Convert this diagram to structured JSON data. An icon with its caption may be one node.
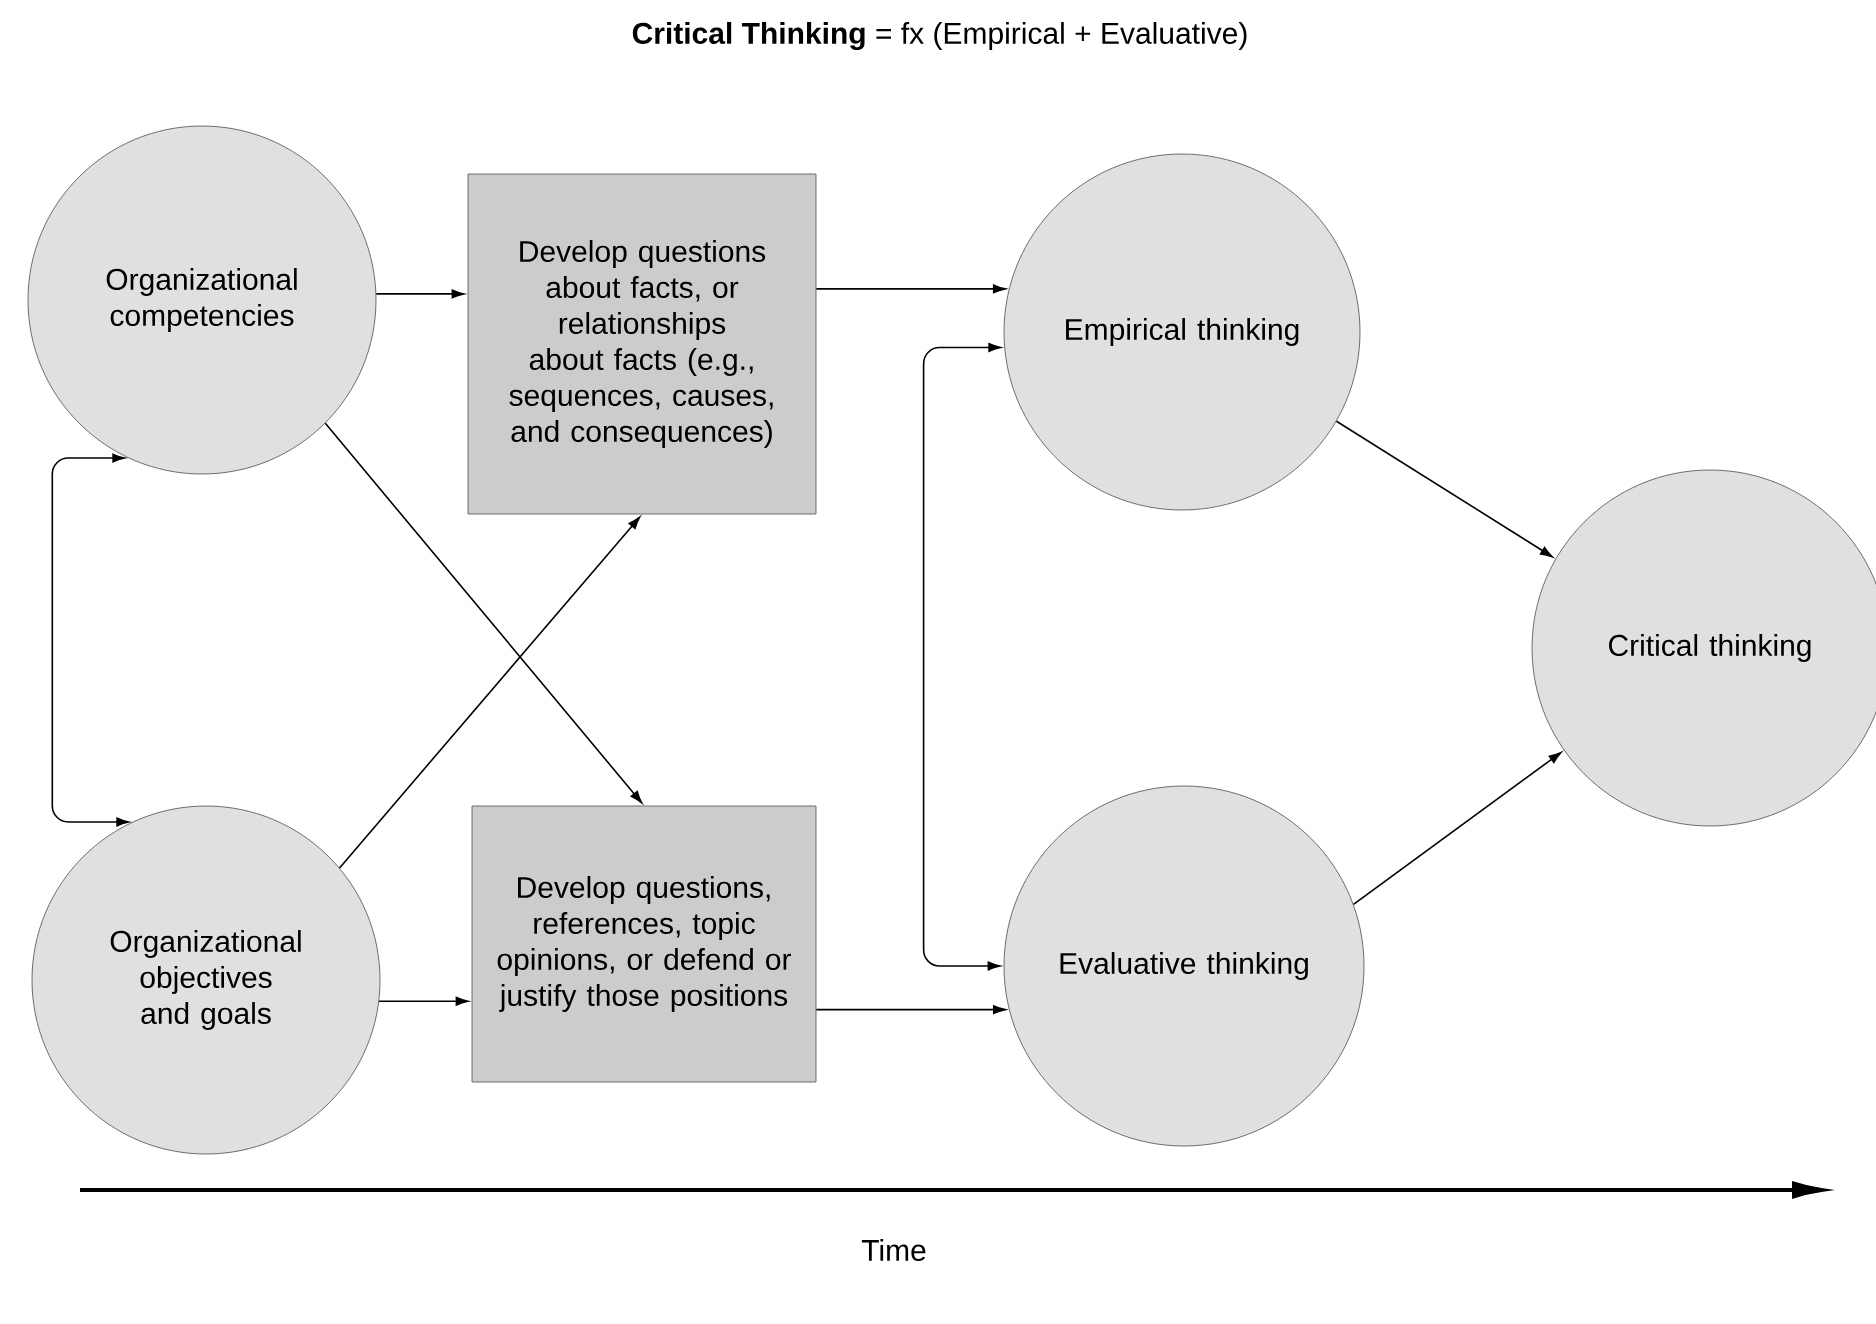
{
  "diagram": {
    "title": "**Critical Thinking** = fx (Empirical + Evaluative)",
    "nodes": [
      {
        "text": [
          "Organizational competencies"
        ]
      },
      {
        "text": [
          "Organizational objectives and goals"
        ]
      },
      {
        "text": [
          "Develop questions about facts, or relationships about facts (e.g., sequences, causes, and consequences)"
        ]
      },
      {
        "text": [
          "Develop questions, references, topic opinions, or defend or justify those positions"
        ]
      },
      {
        "text": [
          "Empirical thinking"
        ]
      },
      {
        "text": [
          "Evaluative thinking"
        ]
      },
      {
        "text": [
          "Critical thinking"
        ]
      }
    ],
    "edges": [
      {
        "from": 0,
        "to": 2,
        "arrow": "to"
      },
      {
        "from": 0,
        "to": 3,
        "arrow": "to"
      },
      {
        "from": 0,
        "to": 1,
        "arrow": "both"
      },
      {
        "from": 1,
        "to": 2,
        "arrow": "to"
      },
      {
        "from": 1,
        "to": 3,
        "arrow": "to"
      },
      {
        "from": 2,
        "to": 4,
        "arrow": "to"
      },
      {
        "from": 3,
        "to": 5,
        "arrow": "to"
      },
      {
        "from": 4,
        "to": 5,
        "arrow": "both"
      },
      {
        "from": 4,
        "to": 6,
        "arrow": "to"
      },
      {
        "from": 5,
        "to": 6,
        "arrow": "to"
      }
    ],
    "labels": [
      "Time"
    ]
  }
}
